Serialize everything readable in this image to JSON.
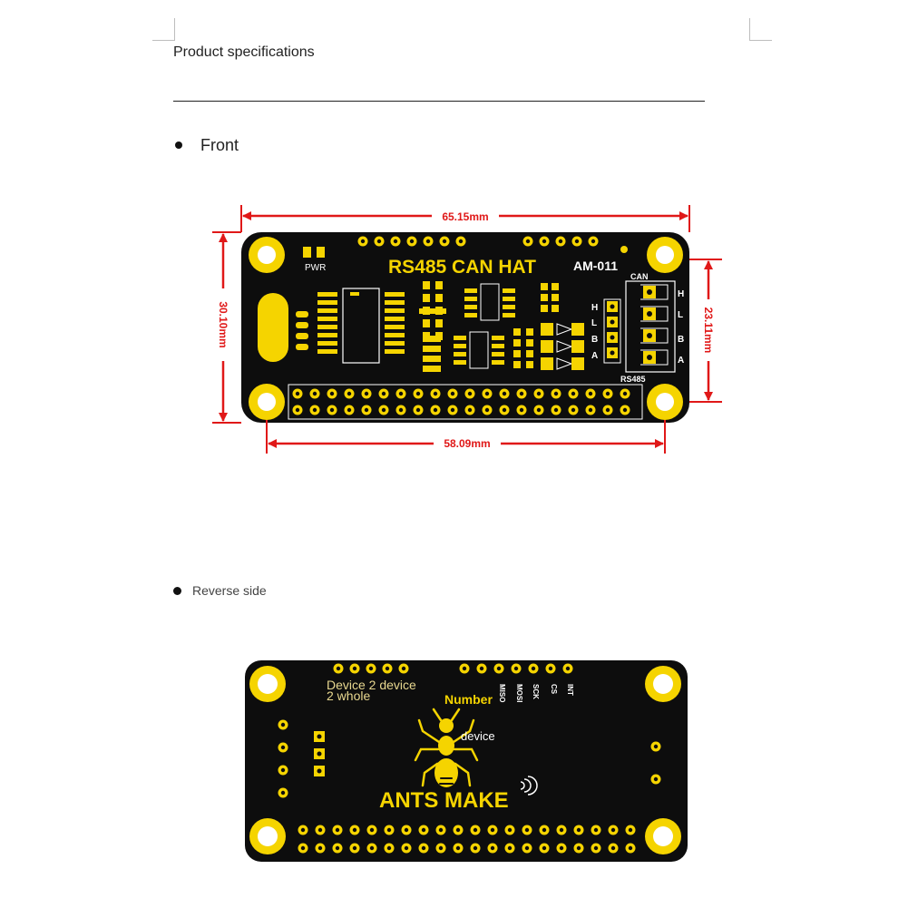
{
  "page": {
    "title": "Product specifications",
    "front_heading": "Front",
    "reverse_heading": "Reverse side"
  },
  "front": {
    "board_title": "RS485 CAN HAT",
    "model": "AM-011",
    "pwr_label": "PWR",
    "can_label": "CAN",
    "rs485_label": "RS485",
    "terminal_labels": [
      "H",
      "L",
      "B",
      "A"
    ],
    "header_labels": [
      "H",
      "L",
      "B",
      "A"
    ],
    "dimensions": {
      "width_top": "65.15mm",
      "width_bottom": "58.09mm",
      "height_left": "30.10mm",
      "height_right": "23.11mm"
    }
  },
  "back": {
    "device_text_1": "Device 2 device",
    "device_text_2": "2 whole",
    "number_label": "Number",
    "pin_labels": [
      "MISO",
      "MOSI",
      "SCK",
      "CS",
      "INT"
    ],
    "overlay_device": "device",
    "brand": "ANTS MAKE"
  },
  "colors": {
    "board": "#0d0d0d",
    "gold": "#f5d400",
    "dimension": "#e01818",
    "silkscreen": "#ffffff"
  }
}
